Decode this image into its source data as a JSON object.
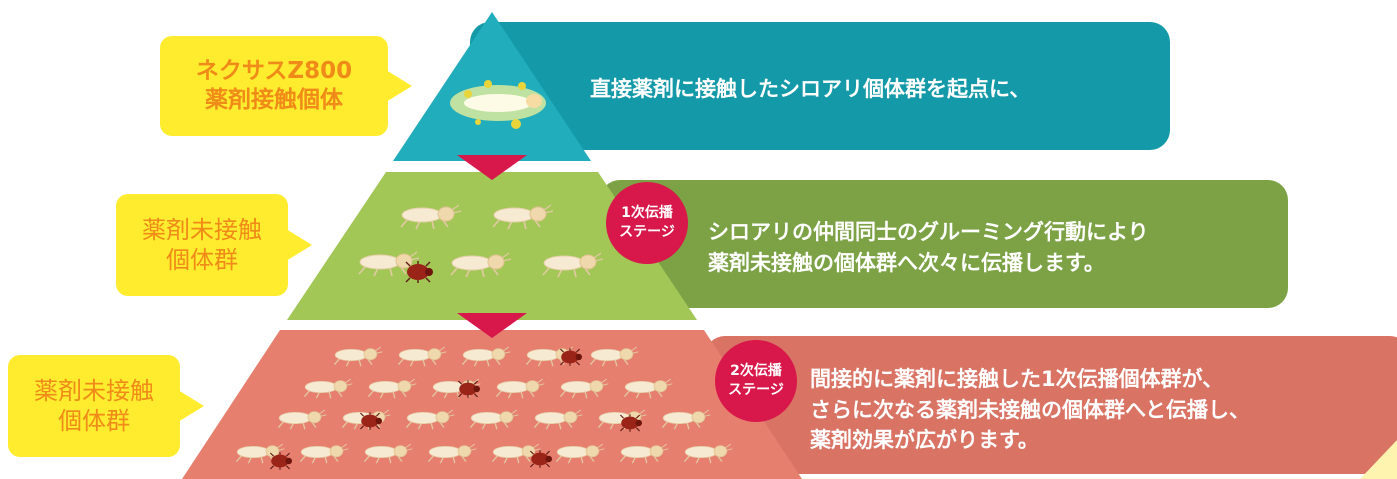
{
  "colors": {
    "tier1_panel": "#1399a8",
    "tier1_pyramid": "#22adbc",
    "tier2_panel": "#7ca245",
    "tier2_pyramid": "#a2c757",
    "tier3_panel": "#d97364",
    "tier3_pyramid": "#e77f6f",
    "callout": "#ffec2e",
    "callout_text": "#f08a18",
    "badge": "#d8174a",
    "arrow": "#d8174a"
  },
  "tiers": [
    {
      "callout": [
        "ネクサスZ800",
        "薬剤接触個体"
      ],
      "text": [
        "直接薬剤に接触したシロアリ個体群を起点に、"
      ]
    },
    {
      "callout": [
        "薬剤未接触",
        "個体群"
      ],
      "badge": [
        "1次伝播",
        "ステージ"
      ],
      "text": [
        "シロアリの仲間同士のグルーミング行動により",
        "薬剤未接触の個体群へ次々に伝播します。"
      ]
    },
    {
      "callout": [
        "薬剤未接触",
        "個体群"
      ],
      "badge": [
        "2次伝播",
        "ステージ"
      ],
      "text": [
        "間接的に薬剤に接触した1次伝播個体群が、",
        "さらに次なる薬剤未接触の個体群へと伝播し、",
        "薬剤効果が広がります。"
      ]
    }
  ]
}
